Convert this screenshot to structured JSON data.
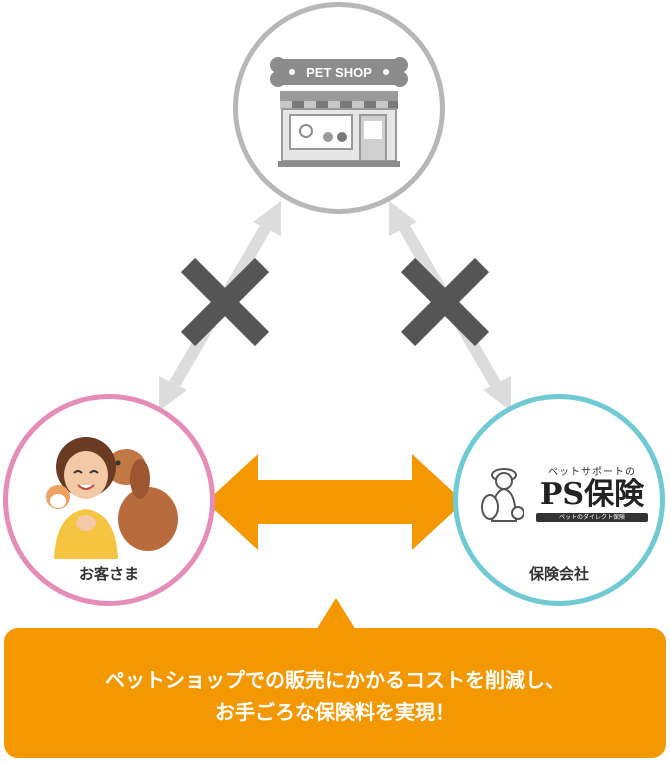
{
  "nodes": {
    "shop": {
      "sign": "PET SHOP"
    },
    "customer": {
      "label": "お客さま"
    },
    "insurer": {
      "label": "保険会社",
      "tagline": "ペットサポートの",
      "logo": "PS保険",
      "subline": "ペットのダイレクト保険"
    }
  },
  "callout": {
    "line1": "ペットショップでの販売にかかるコストを削減し、",
    "line2": "お手ごろな保険料を実現！"
  },
  "colors": {
    "shop_border": "#b7b7b7",
    "customer_border": "#e58db8",
    "insurer_border": "#6fcad3",
    "accent": "#f39800",
    "cross": "#555555",
    "blocked_arrow": "#dcdcdc"
  },
  "icons": [
    "pet-shop-icon",
    "customer-with-dog-icon",
    "ps-insurance-logo",
    "cross-icon"
  ]
}
